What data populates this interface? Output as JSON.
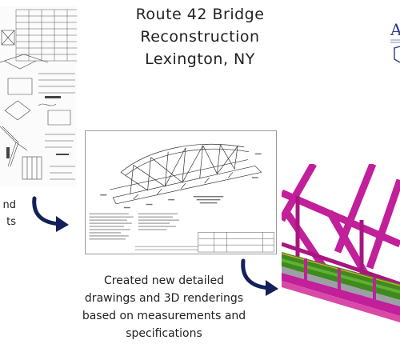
{
  "title": {
    "line1": "Route 42 Bridge",
    "line2": "Reconstruction",
    "line3": "Lexington, NY"
  },
  "left_caption": {
    "line1": "nd",
    "line2": "ts"
  },
  "center_caption": {
    "line1": "Created new detailed",
    "line2": "drawings and 3D renderings",
    "line3": "based on measurements and",
    "line4": "specifications"
  },
  "logo": {
    "letter": "A"
  },
  "colors": {
    "arrow": "#14205a",
    "truss_magenta": "#c21f9a",
    "deck_green": "#3f8a1e",
    "deck_grey": "#9aa0a6",
    "logo_blue": "#2a3a8c"
  }
}
